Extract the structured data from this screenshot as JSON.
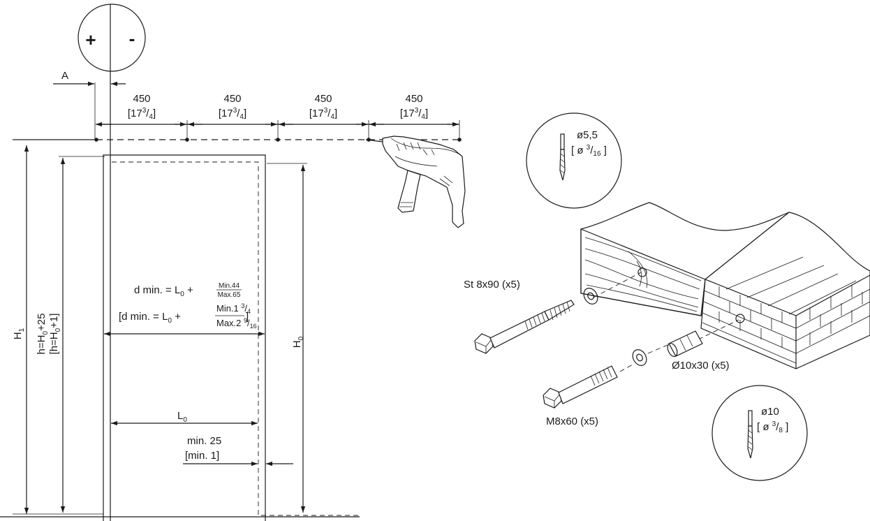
{
  "markings": {
    "plus": "+",
    "minus": "-",
    "A": "A"
  },
  "spacing": {
    "mm": [
      "450",
      "450",
      "450",
      "450"
    ],
    "inch_whole": "17",
    "inch_num": "3",
    "inch_den": "4"
  },
  "dims": {
    "H1": "H",
    "H1_sub": "1",
    "H0": "H",
    "H0_sub": "0",
    "h_formula": "h=H",
    "h_sub": "0",
    "h_suffix": "+25",
    "h_inch_prefix": "[h=H",
    "h_inch_sub": "0",
    "h_inch_suffix": "+1]",
    "L0": "L",
    "L0_sub": "0"
  },
  "formula_mm": {
    "lhs": "d min. = L",
    "sub": "0",
    "plus": "+",
    "num": "Min.44",
    "den": "Max.65"
  },
  "formula_inch": {
    "lhs": "[d min. = L",
    "sub": "0",
    "plus": "+",
    "num_pre": "Min.1 ",
    "num_sup": "3",
    "num_den": "4",
    "den_pre": "Max.2 ",
    "den_sup": "9",
    "den_den": "16",
    "close": "]"
  },
  "gap": {
    "mm": "min. 25",
    "inch": "[min. 1]"
  },
  "drill_bit_small": {
    "diameter": "ø5,5",
    "inch_prefix": "[ ø ",
    "inch_num": "3",
    "inch_den": "16",
    "inch_suffix": " ]"
  },
  "drill_bit_large": {
    "diameter": "ø10",
    "inch_prefix": "[ ø ",
    "inch_num": "3",
    "inch_den": "8",
    "inch_suffix": " ]"
  },
  "fasteners": {
    "wood_screw": "St 8x90 (x5)",
    "anchor": "Ø10x30 (x5)",
    "bolt": "M8x60 (x5)"
  }
}
